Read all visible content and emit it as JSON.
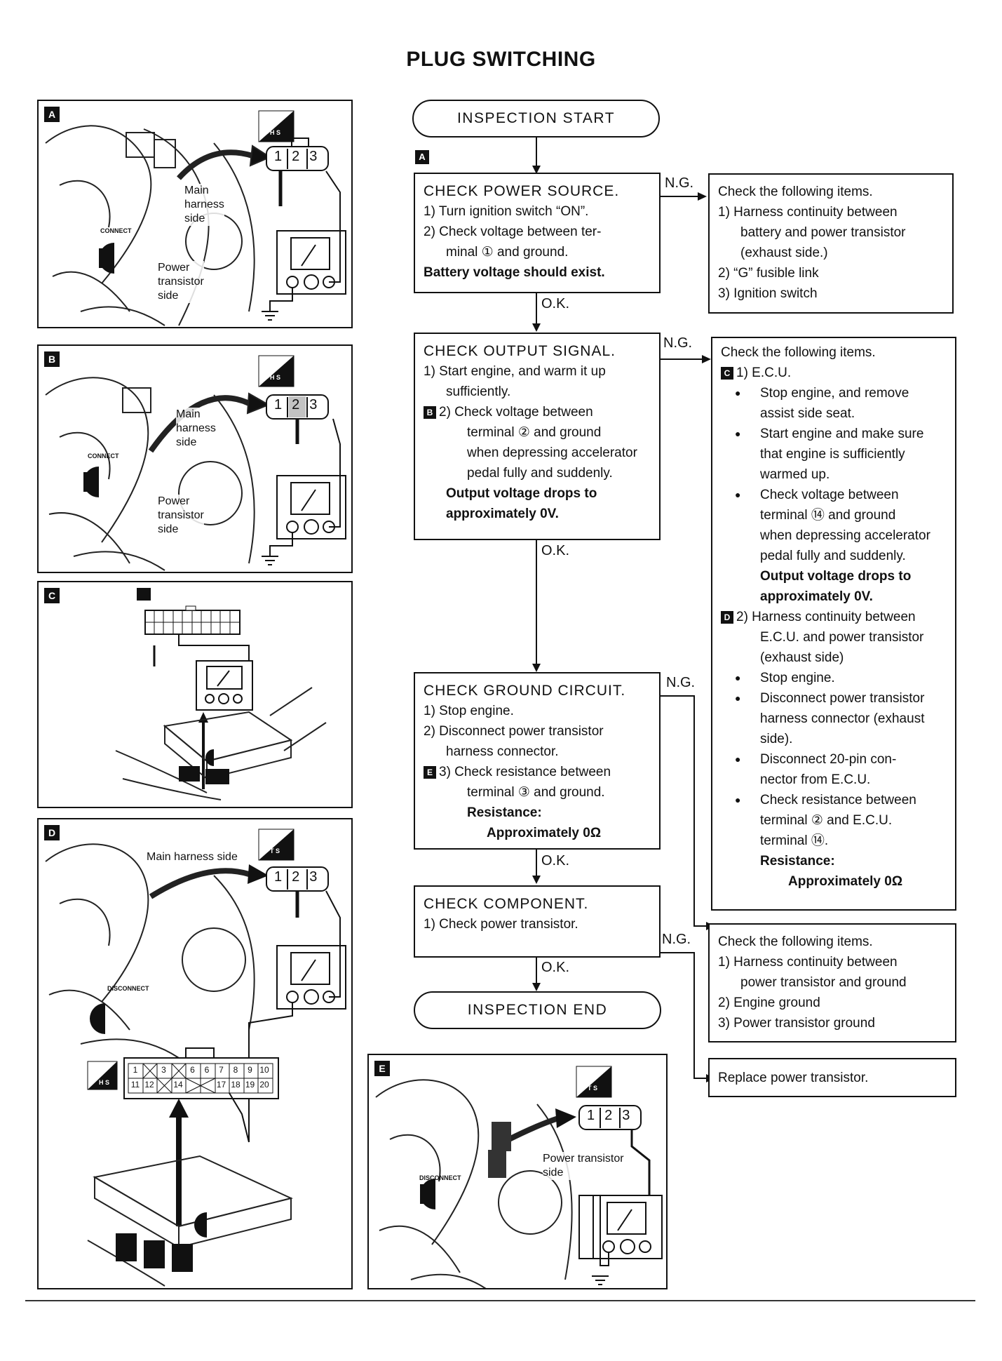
{
  "title": "PLUG SWITCHING",
  "panels": {
    "A": {
      "tag": "A",
      "main_label": [
        "Main",
        "harness",
        "side"
      ],
      "power_label": [
        "Power",
        "transistor",
        "side"
      ],
      "connect": "CONNECT",
      "badge": "H S",
      "pins": [
        "1",
        "2",
        "3"
      ]
    },
    "B": {
      "tag": "B",
      "main_label": [
        "Main",
        "harness",
        "side"
      ],
      "power_label": [
        "Power",
        "transistor",
        "side"
      ],
      "connect": "CONNECT",
      "badge": "H S",
      "pins": [
        "1",
        "2",
        "3"
      ]
    },
    "C": {
      "tag": "C"
    },
    "D": {
      "tag": "D",
      "main_label": "Main harness side",
      "disconnect": "DISCONNECT",
      "badge": "T S",
      "badge2": "H S",
      "pins": [
        "1",
        "2",
        "3"
      ],
      "ecu_top": [
        "1",
        "",
        "3",
        "",
        "6",
        "6",
        "7",
        "8",
        "9",
        "10"
      ],
      "ecu_bottom": [
        "11",
        "12",
        "",
        "14",
        "",
        "",
        "17",
        "18",
        "19",
        "20"
      ]
    },
    "E": {
      "tag": "E",
      "power_label": [
        "Power transistor",
        "side"
      ],
      "disconnect": "DISCONNECT",
      "badge": "T S",
      "pins": [
        "1",
        "2",
        "3"
      ]
    }
  },
  "flow": {
    "start": "INSPECTION START",
    "end": "INSPECTION END",
    "step1_tag": "A",
    "ng": "N.G.",
    "ok": "O.K.",
    "step1": {
      "title": "CHECK POWER SOURCE.",
      "lines": [
        "1) Turn ignition switch “ON”.",
        "2) Check voltage between ter-",
        "minal ① and ground."
      ],
      "result": "Battery voltage should exist."
    },
    "step2": {
      "title": "CHECK OUTPUT SIGNAL.",
      "lines": [
        "1) Start engine, and warm it up",
        "sufficiently."
      ],
      "tag": "B",
      "lines2": [
        "2) Check voltage between",
        "terminal ② and ground",
        "when depressing accelerator",
        "pedal fully and suddenly."
      ],
      "result": [
        "Output voltage drops to",
        "approximately 0V."
      ]
    },
    "step3": {
      "title": "CHECK GROUND CIRCUIT.",
      "lines": [
        "1) Stop engine.",
        "2) Disconnect power transistor",
        "harness connector."
      ],
      "tag": "E",
      "lines2": [
        "3) Check resistance between",
        "terminal ③ and ground."
      ],
      "res_label": "Resistance:",
      "res_value": "Approximately 0Ω"
    },
    "step4": {
      "title": "CHECK COMPONENT.",
      "lines": [
        "1) Check power transistor."
      ]
    },
    "ng1": {
      "head": "Check the following items.",
      "lines": [
        "1) Harness continuity between",
        "battery and power transistor",
        "(exhaust side.)",
        "2) “G” fusible link",
        "3) Ignition switch"
      ]
    },
    "ng2": {
      "head": "Check the following items.",
      "tag_c": "C",
      "item1": "1) E.C.U.",
      "bullets1": [
        [
          "Stop engine, and remove",
          "assist side seat."
        ],
        [
          "Start engine and make sure",
          "that engine is sufficiently",
          "warmed up."
        ],
        [
          "Check voltage between",
          "terminal ⑭ and ground",
          "when depressing accelerator",
          "pedal fully and suddenly."
        ]
      ],
      "result": [
        "Output voltage drops to",
        "approximately 0V."
      ],
      "tag_d": "D",
      "item2": [
        "2) Harness continuity between",
        "E.C.U. and power transistor",
        "(exhaust side)"
      ],
      "bullets2": [
        [
          "Stop engine."
        ],
        [
          "Disconnect power transistor",
          "harness connector (exhaust",
          "side)."
        ],
        [
          "Disconnect 20-pin con-",
          "nector from E.C.U."
        ],
        [
          "Check resistance between",
          "terminal ② and E.C.U.",
          "terminal ⑭."
        ]
      ],
      "res_label": "Resistance:",
      "res_value": "Approximately 0Ω"
    },
    "ng3": {
      "head": "Check the following items.",
      "lines": [
        "1) Harness continuity between",
        "power transistor and ground",
        "2) Engine ground",
        "3) Power transistor ground"
      ]
    },
    "ng4": {
      "text": "Replace power transistor."
    }
  }
}
